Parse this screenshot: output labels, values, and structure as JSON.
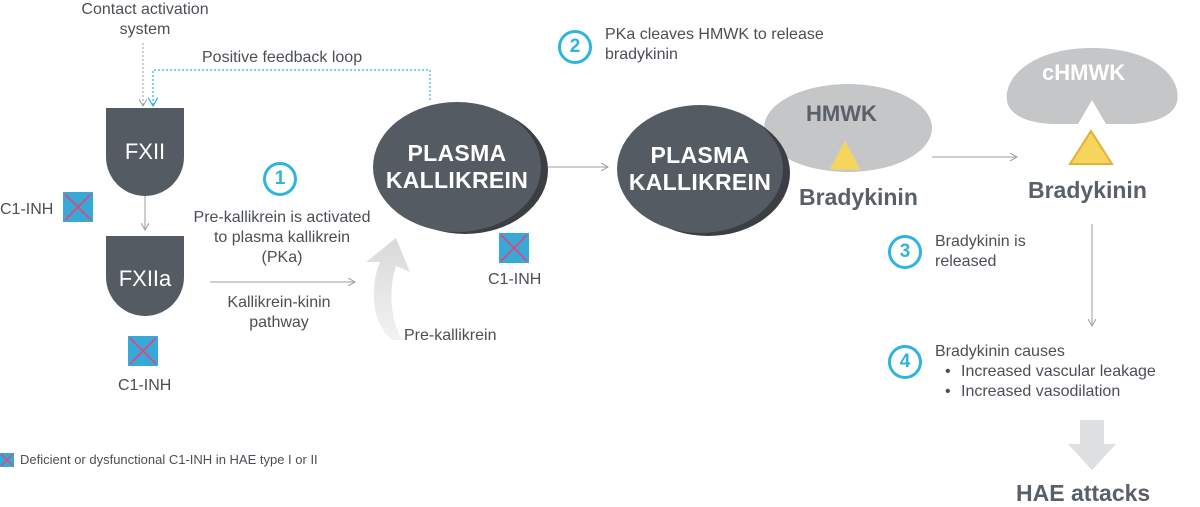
{
  "contact_activation": "Contact activation system",
  "feedback_loop": "Positive feedback loop",
  "fxii": "FXII",
  "fxiia": "FXIIa",
  "c1inh_left": "C1-INH",
  "c1inh_bottom": "C1-INH",
  "c1inh_mid": "C1-INH",
  "step1": {
    "number": "1",
    "text": "Pre-kallikrein is activated to plasma kallikrein (PKa)",
    "pathway": "Kallikrein-kinin pathway"
  },
  "pre_kallikrein": "Pre-kallikrein",
  "plasma_kallikrein_1": [
    "PLASMA",
    "KALLIKREIN"
  ],
  "plasma_kallikrein_2": [
    "PLASMA",
    "KALLIKREIN"
  ],
  "step2": {
    "number": "2",
    "text": "PKa cleaves HMWK to release bradykinin"
  },
  "hmwk": "HMWK",
  "chmwk": "cHMWK",
  "bradykinin_1": "Bradykinin",
  "bradykinin_2": "Bradykinin",
  "step3": {
    "number": "3",
    "text": "Bradykinin is released"
  },
  "step4": {
    "number": "4",
    "text": "Bradykinin causes",
    "effects": [
      "Increased vascular leakage",
      "Increased vasodilation"
    ]
  },
  "hae_attacks": "HAE attacks",
  "legend": "Deficient or dysfunctional C1-INH in HAE type I or II",
  "colors": {
    "dark_gray": "#555b62",
    "light_gray": "#c4c6c8",
    "blue": "#2fb3e0",
    "x_box": "#36a9d8",
    "x_mark": "#e0487a",
    "triangle": "#f6d55c"
  }
}
